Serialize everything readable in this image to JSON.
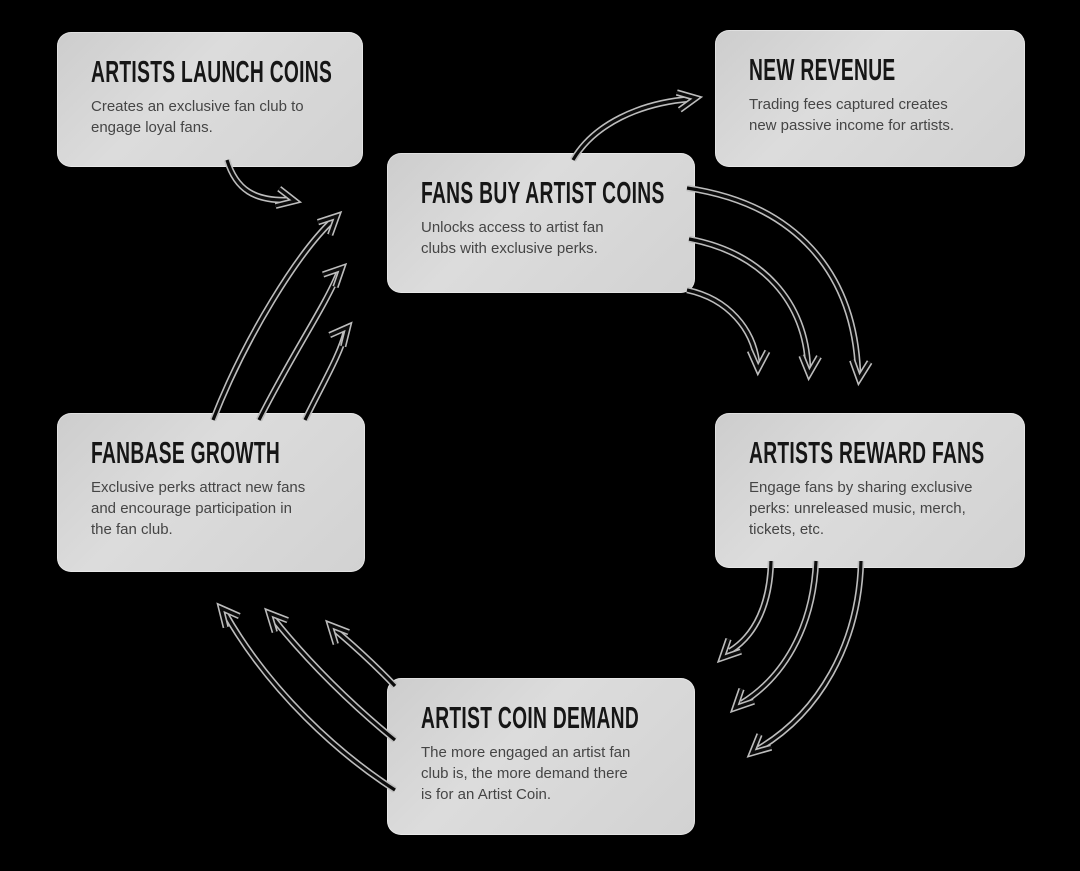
{
  "theme": {
    "background": "#000000",
    "box_fill": "#d3d3d3",
    "title_color": "#161616",
    "body_color": "#454545",
    "arrow_color": "#0b0b0b",
    "arrow_halo": "#bdbdbd"
  },
  "diagram": {
    "nodes": [
      {
        "id": "artists-launch-coins",
        "title": "ARTISTS LAUNCH COINS",
        "body_lines": [
          "Creates an exclusive fan club to",
          "engage loyal fans."
        ]
      },
      {
        "id": "new-revenue",
        "title": "NEW REVENUE",
        "body_lines": [
          "Trading fees captured creates",
          "new passive income for artists."
        ]
      },
      {
        "id": "fans-buy-artist-coins",
        "title": "FANS BUY ARTIST COINS",
        "body_lines": [
          "Unlocks access to artist fan",
          "clubs with exclusive perks."
        ]
      },
      {
        "id": "fanbase-growth",
        "title": "FANBASE GROWTH",
        "body_lines": [
          "Exclusive perks attract new fans",
          "and encourage participation in",
          "the fan club."
        ]
      },
      {
        "id": "artists-reward-fans",
        "title": "ARTISTS REWARD FANS",
        "body_lines": [
          "Engage fans by sharing exclusive",
          "perks: unreleased music, merch,",
          "tickets, etc."
        ]
      },
      {
        "id": "artist-coin-demand",
        "title": "ARTIST COIN DEMAND",
        "body_lines": [
          "The more engaged an artist fan",
          "club is, the more demand there",
          "is for an Artist Coin."
        ]
      }
    ],
    "edges": [
      {
        "from": "artists-launch-coins",
        "to": "fans-buy-artist-coins",
        "arrow_count": 1
      },
      {
        "from": "fans-buy-artist-coins",
        "to": "new-revenue",
        "arrow_count": 1
      },
      {
        "from": "fans-buy-artist-coins",
        "to": "artists-reward-fans",
        "arrow_count": 3
      },
      {
        "from": "artists-reward-fans",
        "to": "artist-coin-demand",
        "arrow_count": 3
      },
      {
        "from": "artist-coin-demand",
        "to": "fanbase-growth",
        "arrow_count": 3
      },
      {
        "from": "fanbase-growth",
        "to": "fans-buy-artist-coins",
        "arrow_count": 3
      }
    ]
  }
}
